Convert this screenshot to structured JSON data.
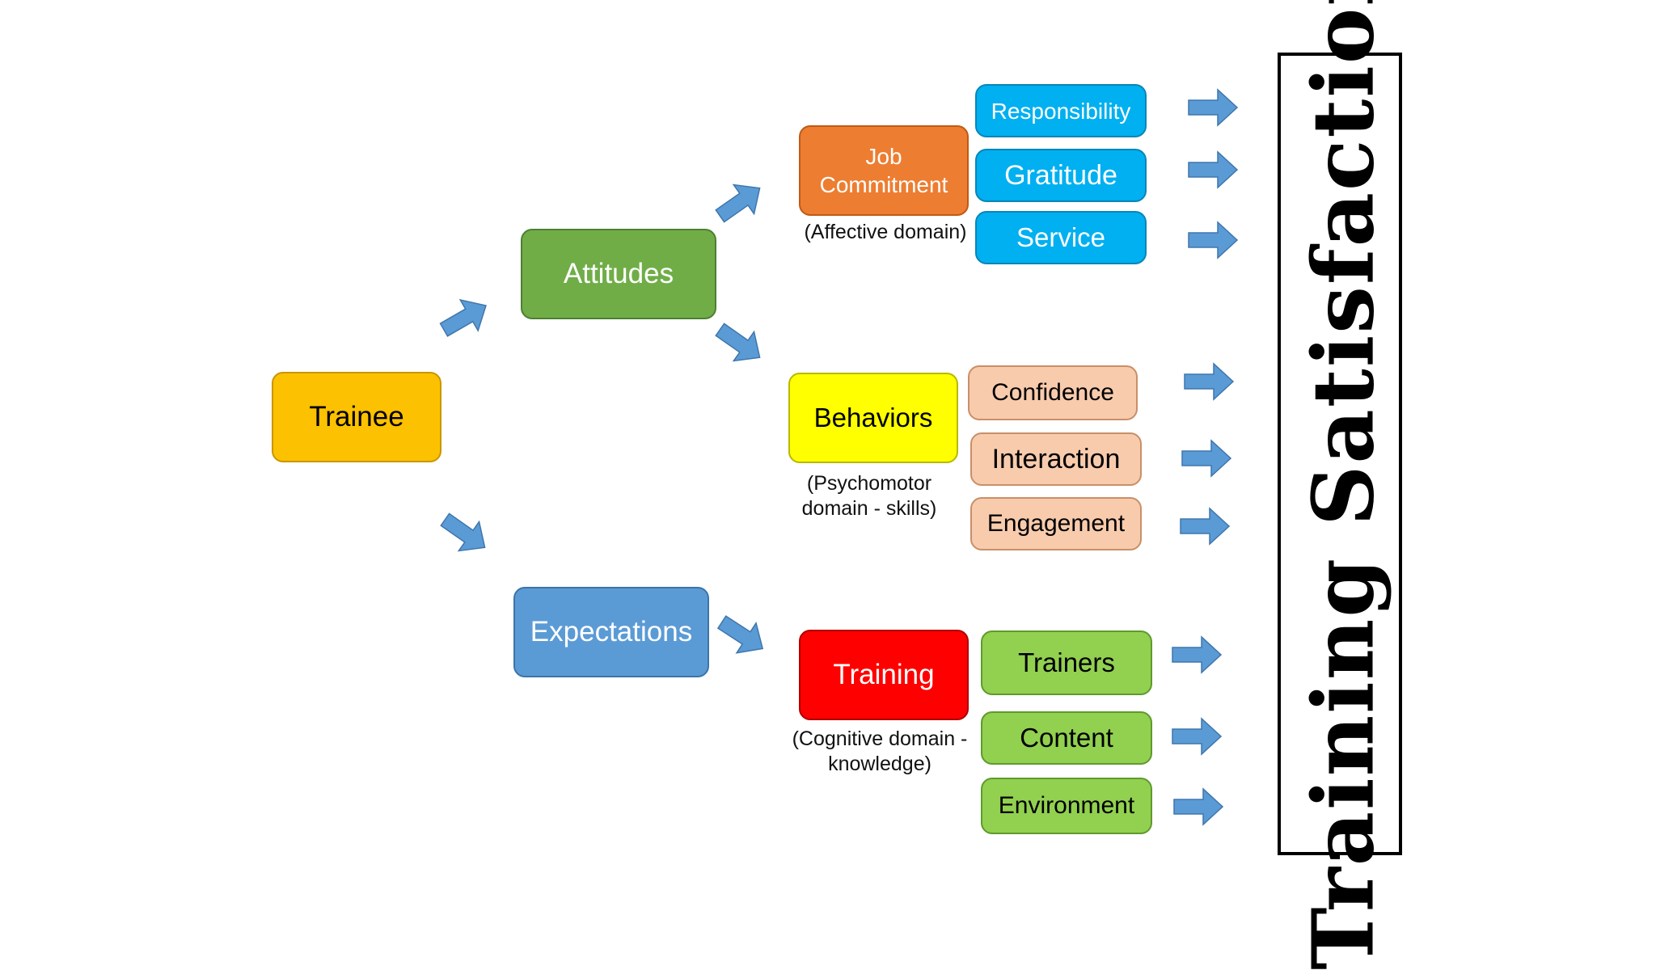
{
  "colors": {
    "arrow": "#5b9bd5",
    "trainee": "#fcc100",
    "attitudes": "#70ad47",
    "expectations": "#5b9bd5",
    "job_commitment": "#ed7d31",
    "behaviors": "#ffff00",
    "training": "#ff0000",
    "affective_items": "#00b0f0",
    "psychomotor_items": "#f8cbad",
    "cognitive_items": "#92d050"
  },
  "nodes": {
    "trainee": "Trainee",
    "attitudes": "Attitudes",
    "expectations": "Expectations",
    "job_commitment": "Job\nCommitment",
    "behaviors": "Behaviors",
    "training": "Training"
  },
  "captions": {
    "affective": "(Affective domain)",
    "psychomotor": "(Psychomotor\ndomain - skills)",
    "cognitive": "(Cognitive domain -\nknowledge)"
  },
  "affective_items": [
    "Responsibility",
    "Gratitude",
    "Service"
  ],
  "psychomotor_items": [
    "Confidence",
    "Interaction",
    "Engagement"
  ],
  "cognitive_items": [
    "Trainers",
    "Content",
    "Environment"
  ],
  "outcome_label": "Training Satisfaction",
  "arrow_icon": "block-arrow-icon"
}
